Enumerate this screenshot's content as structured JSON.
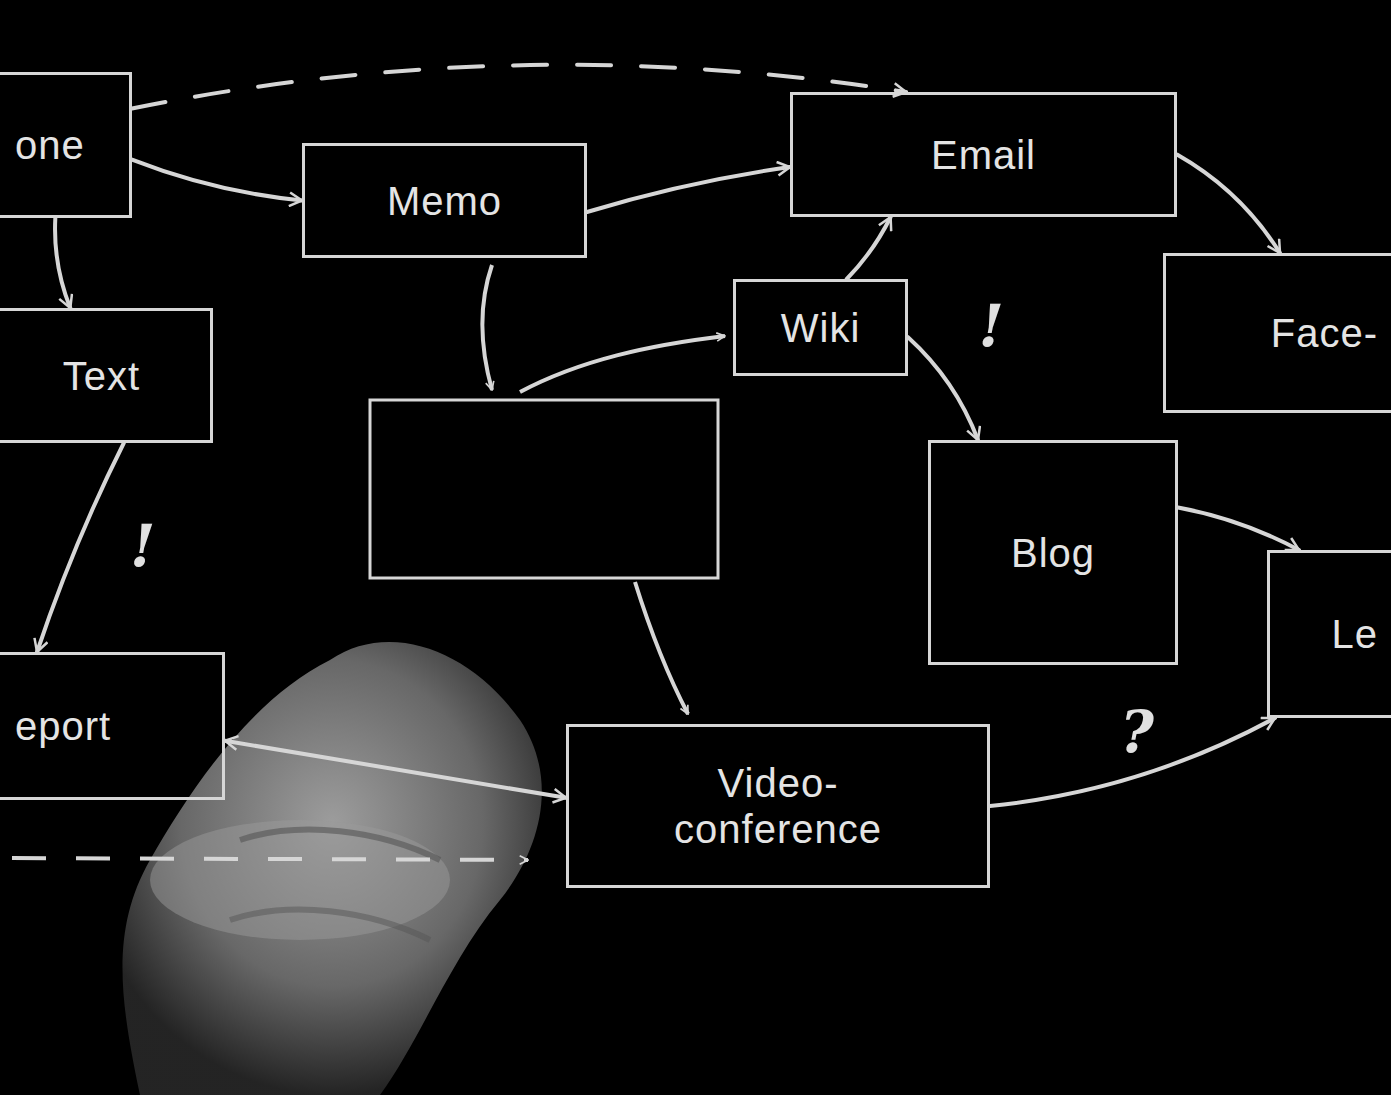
{
  "diagram": {
    "nodes": [
      {
        "text": [
          "one"
        ]
      },
      {
        "text": [
          "Memo"
        ]
      },
      {
        "text": [
          "Email"
        ]
      },
      {
        "text": [
          "Text"
        ]
      },
      {
        "text": [
          "Wiki"
        ]
      },
      {
        "text": [
          "Face-"
        ]
      },
      {
        "text": [
          "Blog"
        ]
      },
      {
        "text": [
          "Le"
        ]
      },
      {
        "text": [
          "eport"
        ]
      },
      {
        "text": [
          "Video- conference"
        ]
      }
    ],
    "edges": [
      {
        "from": 0,
        "to": 2,
        "arrow": "to"
      },
      {
        "from": 0,
        "to": 1,
        "arrow": "to"
      },
      {
        "from": 0,
        "to": 3,
        "arrow": "to"
      },
      {
        "from": 1,
        "to": 2,
        "arrow": "to"
      },
      {
        "from": 4,
        "to": 2,
        "arrow": "to"
      },
      {
        "from": 2,
        "to": 5,
        "arrow": "to"
      },
      {
        "from": 4,
        "to": 6,
        "label": "!",
        "arrow": "to"
      },
      {
        "from": 6,
        "to": 7,
        "arrow": "to"
      },
      {
        "from": 3,
        "to": 8,
        "label": "!",
        "arrow": "to"
      },
      {
        "from": 8,
        "to": 9,
        "arrow": "both"
      },
      {
        "from": 9,
        "to": 7,
        "label": "?",
        "arrow": "to"
      }
    ]
  }
}
